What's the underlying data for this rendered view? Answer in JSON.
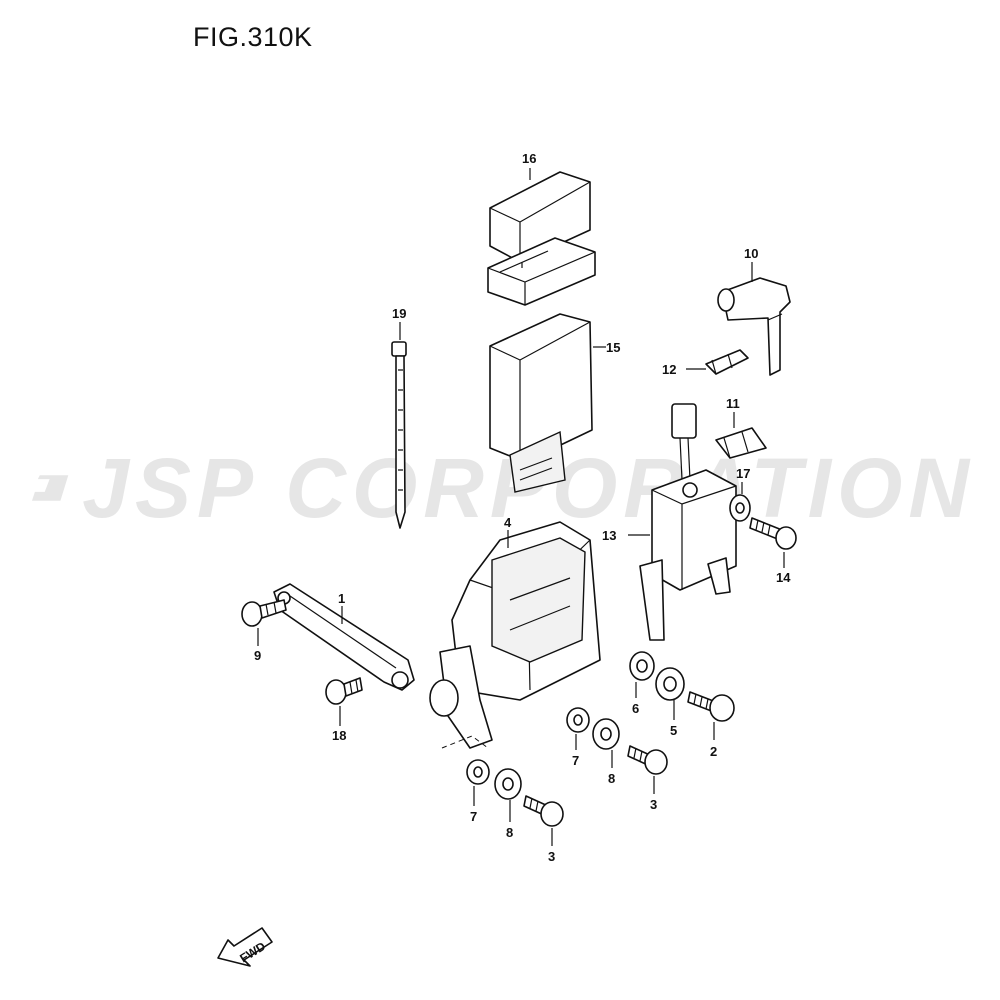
{
  "figure": {
    "title": "FIG.310K",
    "watermark": "JSP CORPORATION",
    "fwd_label": "FWD"
  },
  "callouts": {
    "p1": "1",
    "p2": "2",
    "p3a": "3",
    "p3b": "3",
    "p4": "4",
    "p5": "5",
    "p6": "6",
    "p7a": "7",
    "p7b": "7",
    "p8a": "8",
    "p8b": "8",
    "p9": "9",
    "p10": "10",
    "p11": "11",
    "p12": "12",
    "p13": "13",
    "p14": "14",
    "p15": "15",
    "p16": "16",
    "p17": "17",
    "p18": "18",
    "p19": "19"
  },
  "parts": [
    {
      "no": "1",
      "name": "bracket-arm"
    },
    {
      "no": "2",
      "name": "bolt"
    },
    {
      "no": "3",
      "name": "bolt"
    },
    {
      "no": "4",
      "name": "ecu-tray"
    },
    {
      "no": "5",
      "name": "grommet"
    },
    {
      "no": "6",
      "name": "collar"
    },
    {
      "no": "7",
      "name": "collar"
    },
    {
      "no": "8",
      "name": "grommet"
    },
    {
      "no": "9",
      "name": "bolt"
    },
    {
      "no": "10",
      "name": "plug-cap"
    },
    {
      "no": "11",
      "name": "clamp"
    },
    {
      "no": "12",
      "name": "clamp"
    },
    {
      "no": "13",
      "name": "ignition-coil"
    },
    {
      "no": "14",
      "name": "bolt"
    },
    {
      "no": "15",
      "name": "ecm-unit"
    },
    {
      "no": "16",
      "name": "ecm-cover"
    },
    {
      "no": "17",
      "name": "washer"
    },
    {
      "no": "18",
      "name": "bolt"
    },
    {
      "no": "19",
      "name": "cable-tie"
    }
  ]
}
